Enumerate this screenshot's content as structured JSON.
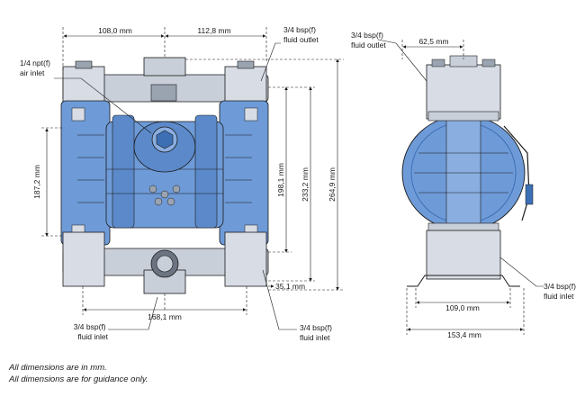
{
  "colors": {
    "blue": "#6e9bd8",
    "blue_dark": "#3d6fb4",
    "grey": "#c9cfd9",
    "grey_dark": "#9aa3b0",
    "line": "#1a1a1a"
  },
  "dimensions": {
    "width_left": "108,0 mm",
    "width_right": "112,8 mm",
    "height_left": "187,2 mm",
    "height_inner": "198,1 mm",
    "height_mid": "233,2 mm",
    "height_total": "264,9 mm",
    "bottom_offset": "35,1 mm",
    "width_bottom": "168,1 mm",
    "side_top": "62,5 mm",
    "side_base": "109,0 mm",
    "side_total": "153,4 mm"
  },
  "callouts": {
    "air_inlet": [
      "1/4 npt(f)",
      "air inlet"
    ],
    "fluid_outlet_front": [
      "3/4 bsp(f)",
      "fluid outlet"
    ],
    "fluid_outlet_side": [
      "3/4 bsp(f)",
      "fluid outlet"
    ],
    "fluid_inlet_left": [
      "3/4 bsp(f)",
      "fluid inlet"
    ],
    "fluid_inlet_right": [
      "3/4 bsp(f)",
      "fluid inlet"
    ],
    "fluid_inlet_side": [
      "3/4 bsp(f)",
      "fluid inlet"
    ]
  },
  "notes": [
    "All dimensions are in mm.",
    "All dimensions are for guidance only."
  ]
}
